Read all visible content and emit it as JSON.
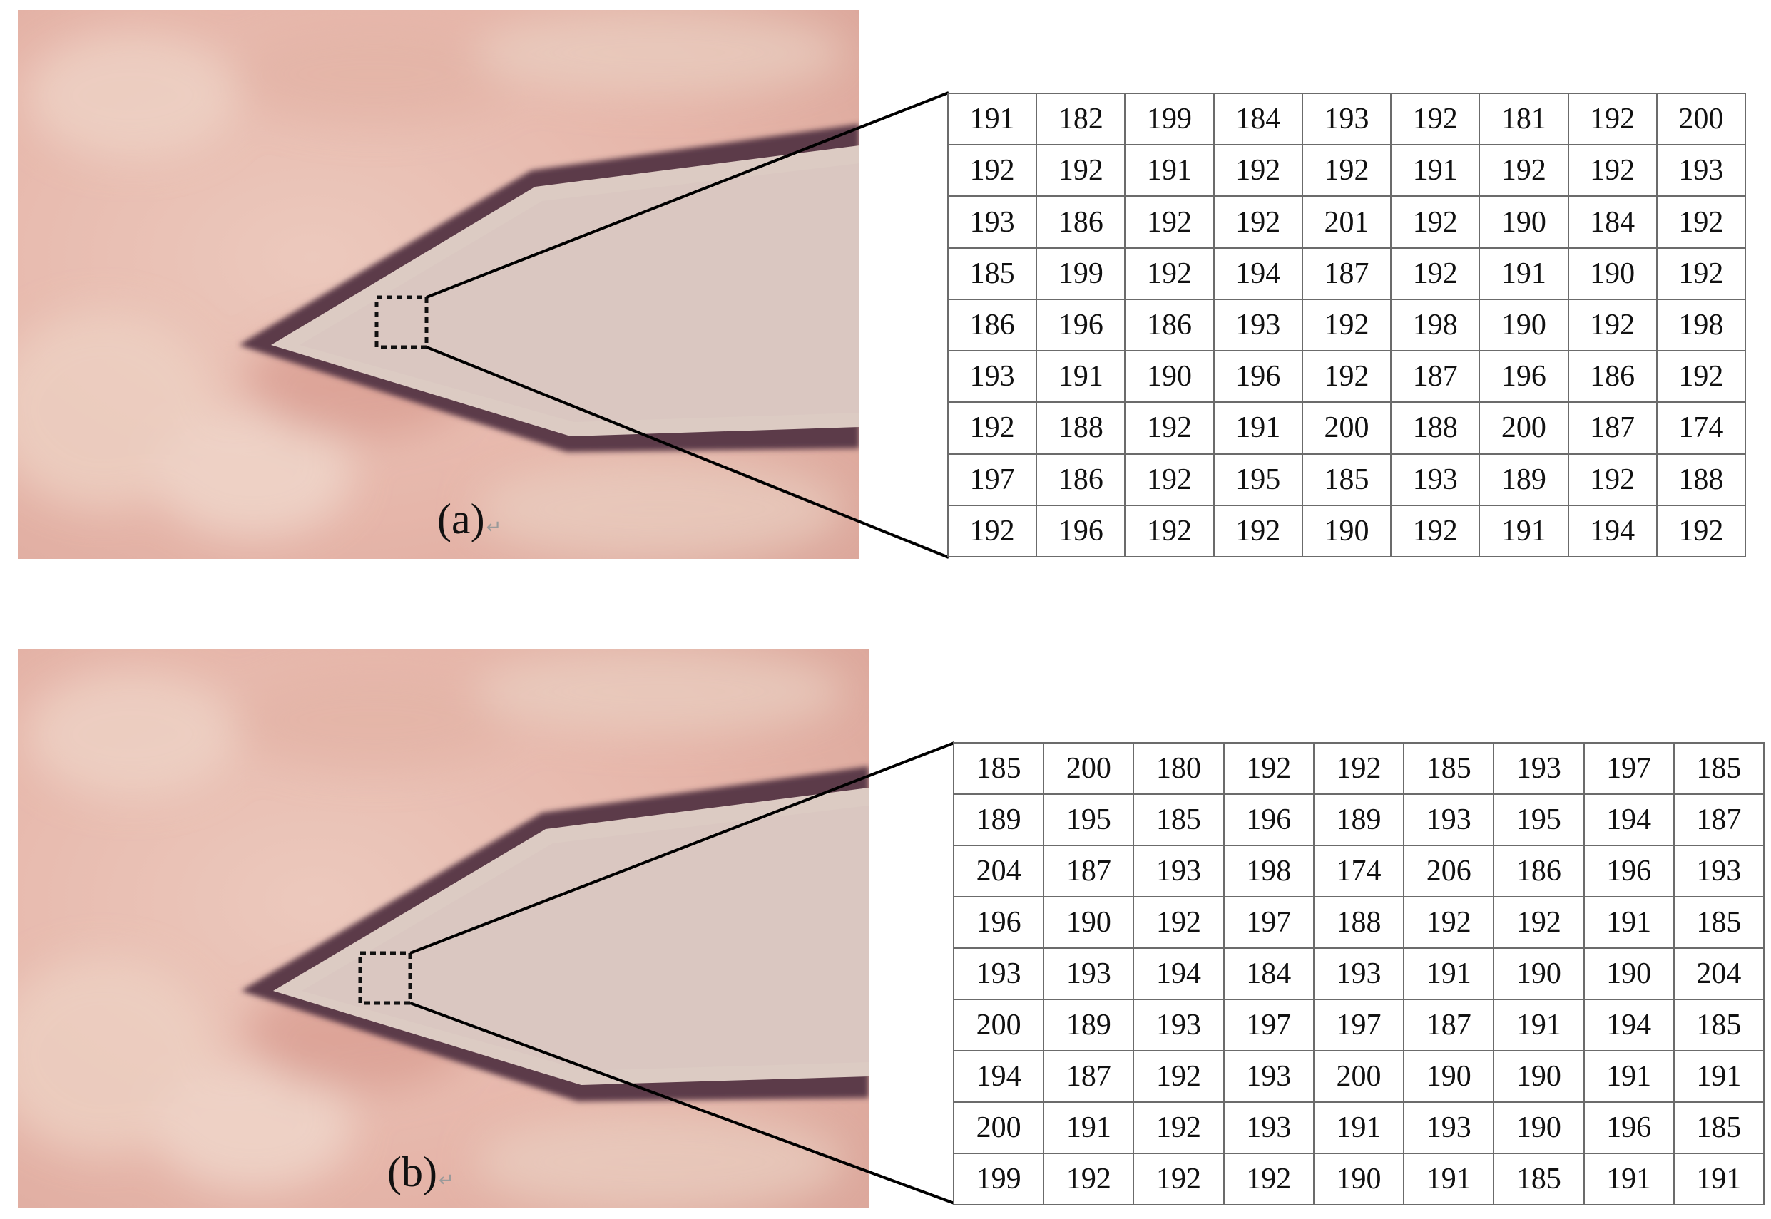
{
  "figure": {
    "panel_a": {
      "label": "(a)",
      "pixel_values": [
        [
          "191",
          "182",
          "199",
          "184",
          "193",
          "192",
          "181",
          "192",
          "200"
        ],
        [
          "192",
          "192",
          "191",
          "192",
          "192",
          "191",
          "192",
          "192",
          "193"
        ],
        [
          "193",
          "186",
          "192",
          "192",
          "201",
          "192",
          "190",
          "184",
          "192"
        ],
        [
          "185",
          "199",
          "192",
          "194",
          "187",
          "192",
          "191",
          "190",
          "192"
        ],
        [
          "186",
          "196",
          "186",
          "193",
          "192",
          "198",
          "190",
          "192",
          "198"
        ],
        [
          "193",
          "191",
          "190",
          "196",
          "192",
          "187",
          "196",
          "186",
          "192"
        ],
        [
          "192",
          "188",
          "192",
          "191",
          "200",
          "188",
          "200",
          "187",
          "174"
        ],
        [
          "197",
          "186",
          "192",
          "195",
          "185",
          "193",
          "189",
          "192",
          "188"
        ],
        [
          "192",
          "196",
          "192",
          "192",
          "190",
          "192",
          "191",
          "194",
          "192"
        ]
      ]
    },
    "panel_b": {
      "label": "(b)",
      "pixel_values": [
        [
          "185",
          "200",
          "180",
          "192",
          "192",
          "185",
          "193",
          "197",
          "185"
        ],
        [
          "189",
          "195",
          "185",
          "196",
          "189",
          "193",
          "195",
          "194",
          "187"
        ],
        [
          "204",
          "187",
          "193",
          "198",
          "174",
          "206",
          "186",
          "196",
          "193"
        ],
        [
          "196",
          "190",
          "192",
          "197",
          "188",
          "192",
          "192",
          "191",
          "185"
        ],
        [
          "193",
          "193",
          "194",
          "184",
          "193",
          "191",
          "190",
          "190",
          "204"
        ],
        [
          "200",
          "189",
          "193",
          "197",
          "197",
          "187",
          "191",
          "194",
          "185"
        ],
        [
          "194",
          "187",
          "192",
          "193",
          "200",
          "190",
          "190",
          "191",
          "191"
        ],
        [
          "200",
          "191",
          "192",
          "193",
          "191",
          "193",
          "190",
          "196",
          "185"
        ],
        [
          "199",
          "192",
          "192",
          "192",
          "190",
          "191",
          "185",
          "191",
          "191"
        ]
      ]
    },
    "colors": {
      "background_pink": "#e6b8ad",
      "tip_fill": "#dcccc5",
      "edge_dark": "#5a3a48"
    }
  }
}
